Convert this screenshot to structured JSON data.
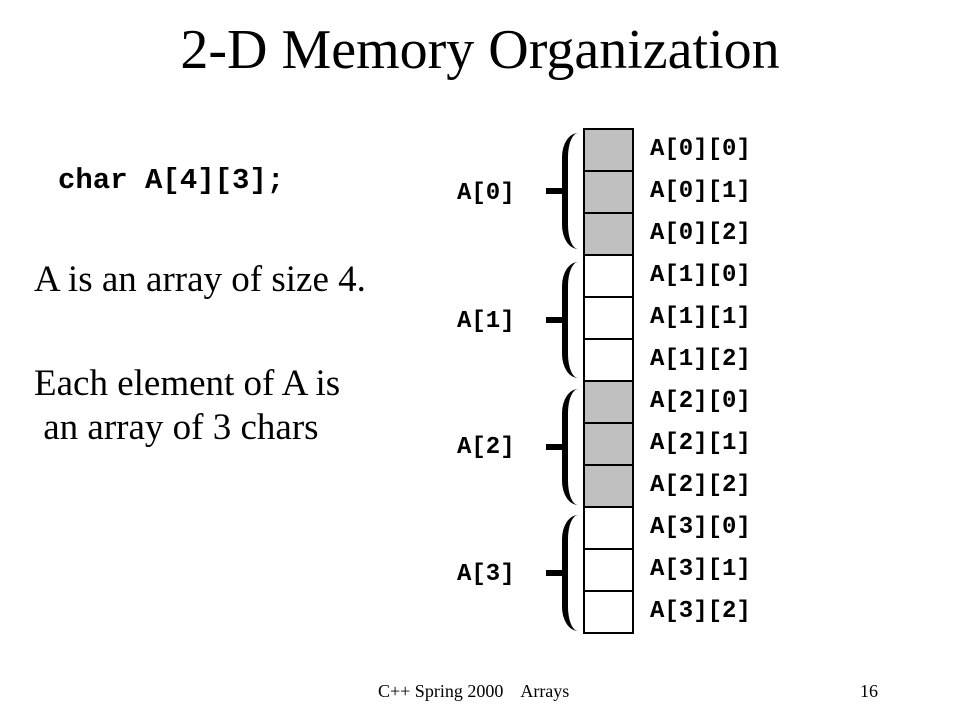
{
  "title": "2-D Memory Organization",
  "declaration": "char A[4][3];",
  "description": {
    "line1": "A is an array of size 4.",
    "line2": "Each element of A is\n an array of 3 chars"
  },
  "rows": [
    {
      "label": "A[0]",
      "shaded": true,
      "cells": [
        "A[0][0]",
        "A[0][1]",
        "A[0][2]"
      ]
    },
    {
      "label": "A[1]",
      "shaded": false,
      "cells": [
        "A[1][0]",
        "A[1][1]",
        "A[1][2]"
      ]
    },
    {
      "label": "A[2]",
      "shaded": true,
      "cells": [
        "A[2][0]",
        "A[2][1]",
        "A[2][2]"
      ]
    },
    {
      "label": "A[3]",
      "shaded": false,
      "cells": [
        "A[3][0]",
        "A[3][1]",
        "A[3][2]"
      ]
    }
  ],
  "colors": {
    "shaded_cell": "#c0c0c0",
    "plain_cell": "#ffffff"
  },
  "footer": {
    "course": "C++ Spring 2000    Arrays",
    "page": "16"
  }
}
